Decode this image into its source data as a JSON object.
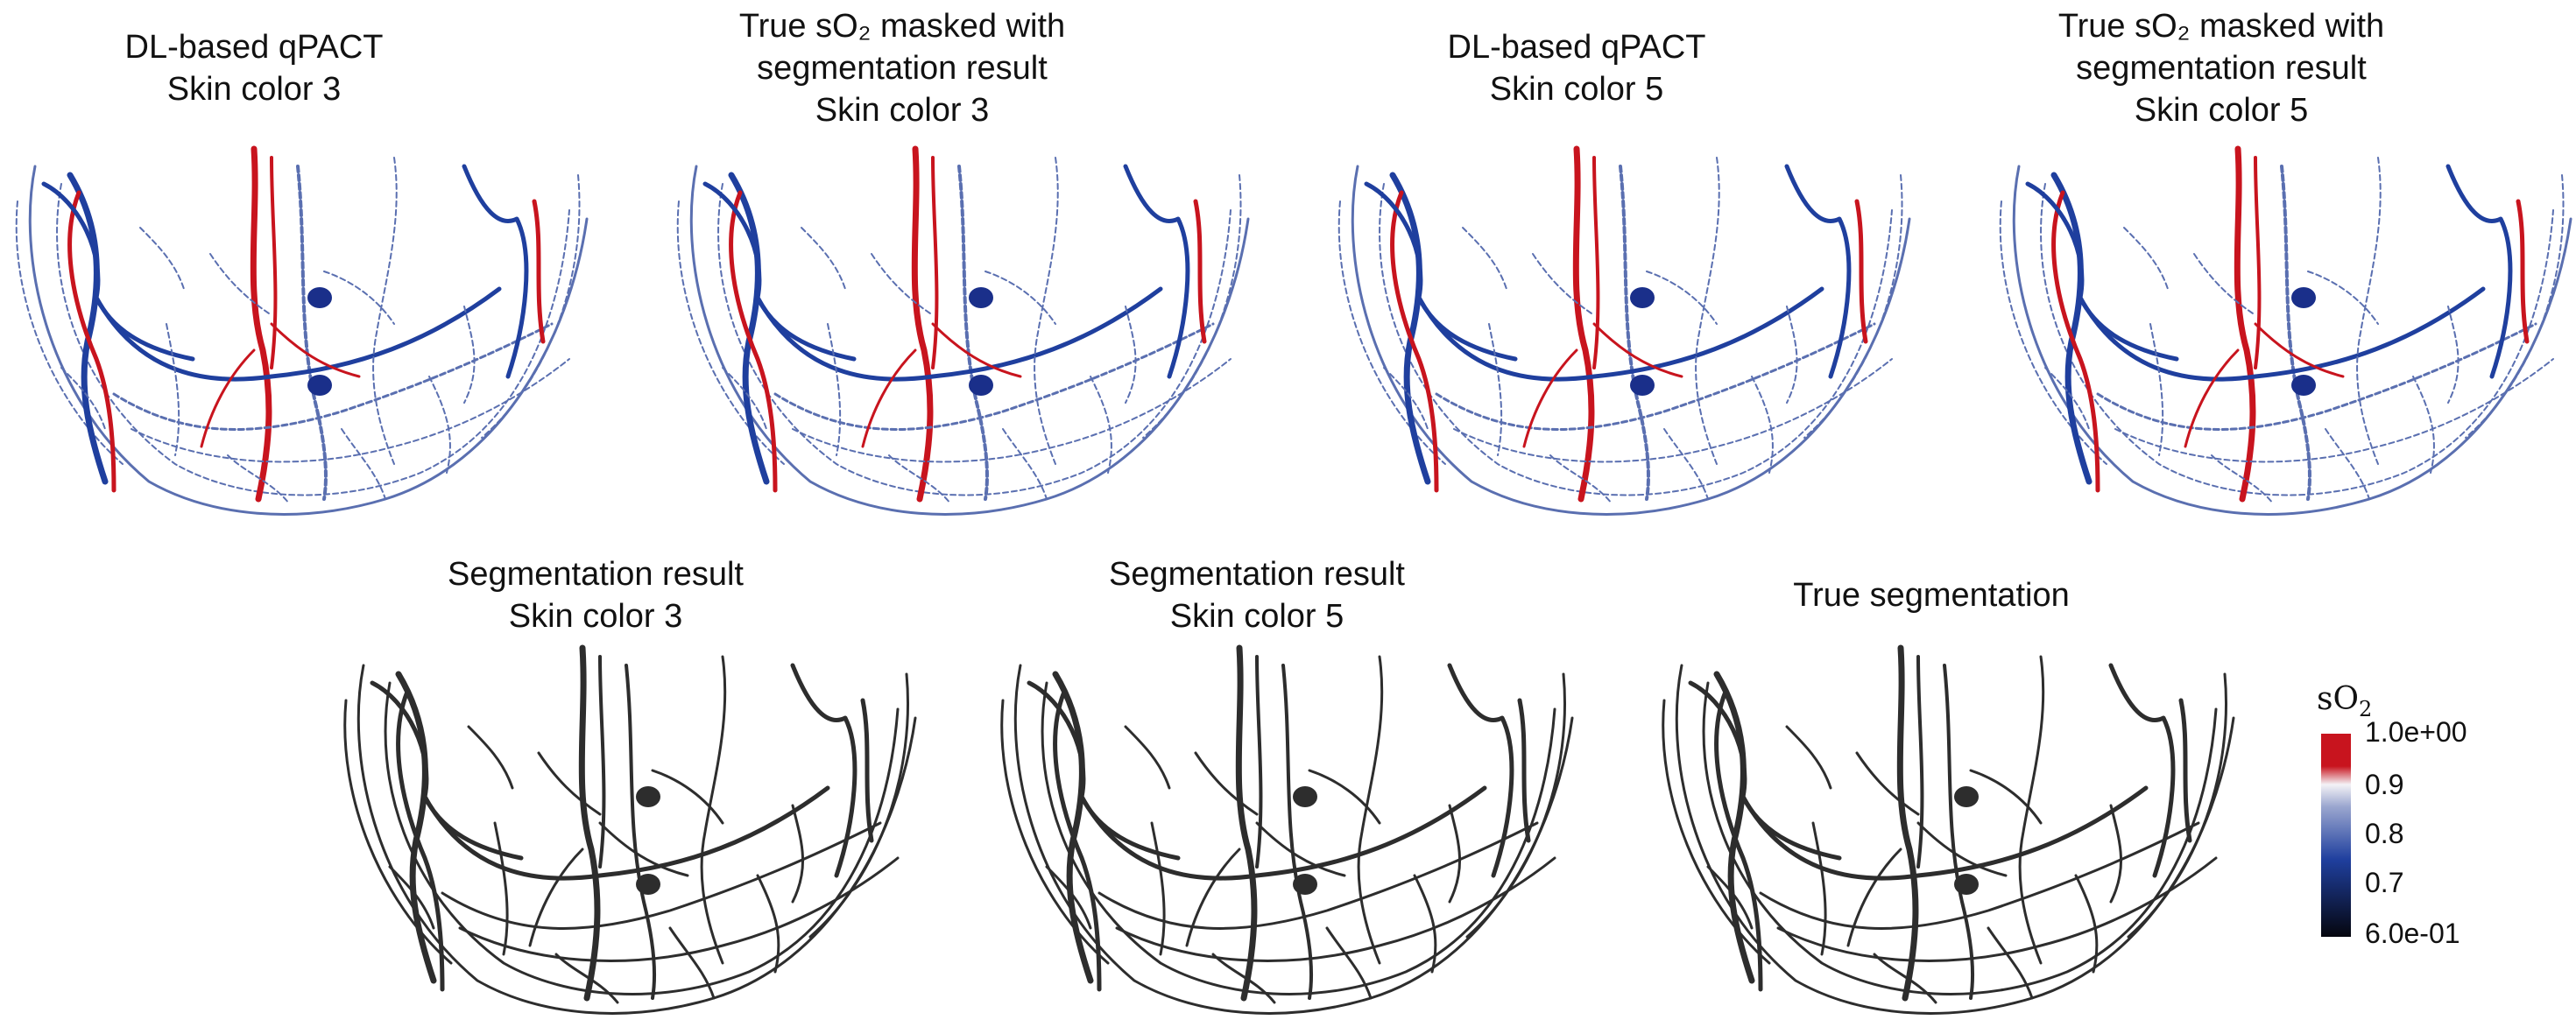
{
  "top_row": [
    {
      "lines": [
        "DL-based qPACT",
        "Skin color 3"
      ]
    },
    {
      "lines": [
        "True sO₂ masked with",
        "segmentation result",
        "Skin color 3"
      ]
    },
    {
      "lines": [
        "DL-based qPACT",
        "Skin color 5"
      ]
    },
    {
      "lines": [
        "True sO₂ masked with",
        "segmentation result",
        "Skin color 5"
      ]
    }
  ],
  "bottom_row": [
    {
      "lines": [
        "Segmentation result",
        "Skin color 3"
      ]
    },
    {
      "lines": [
        "Segmentation result",
        "Skin color 5"
      ]
    },
    {
      "lines": [
        "True segmentation"
      ]
    }
  ],
  "colorbar": {
    "title_main": "sO",
    "title_sub": "2",
    "ticks": [
      "1.0e+00",
      "0.9",
      "0.8",
      "0.7",
      "6.0e-01"
    ],
    "colors": {
      "high": "#c8141e",
      "white": "#f4f2f6",
      "blue": "#1f3f9e",
      "dark": "#05060e"
    }
  }
}
